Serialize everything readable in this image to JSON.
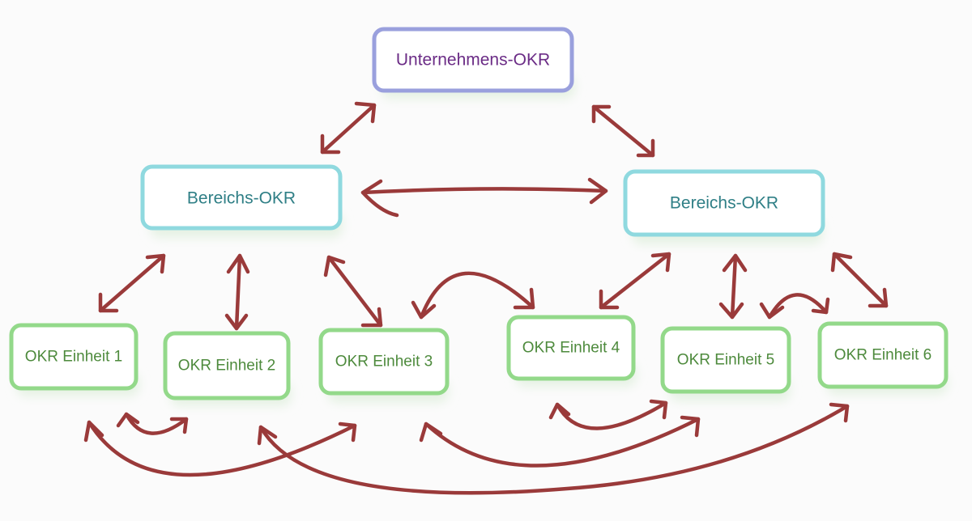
{
  "colors": {
    "top_border": "#9aa0dd",
    "top_text": "#6b2c86",
    "mid_border": "#8fd9df",
    "mid_text": "#2f7f86",
    "unit_border": "#93d98a",
    "unit_text": "#4d8a3c",
    "arrow": "#9a3a3a",
    "shadow": "#e6f2e4"
  },
  "top": {
    "label": "Unternehmens-OKR"
  },
  "areas": [
    {
      "label": "Bereichs-OKR"
    },
    {
      "label": "Bereichs-OKR"
    }
  ],
  "units": [
    {
      "label": "OKR Einheit 1"
    },
    {
      "label": "OKR Einheit 2"
    },
    {
      "label": "OKR Einheit 3"
    },
    {
      "label": "OKR Einheit 4"
    },
    {
      "label": "OKR Einheit 5"
    },
    {
      "label": "OKR Einheit 6"
    }
  ]
}
